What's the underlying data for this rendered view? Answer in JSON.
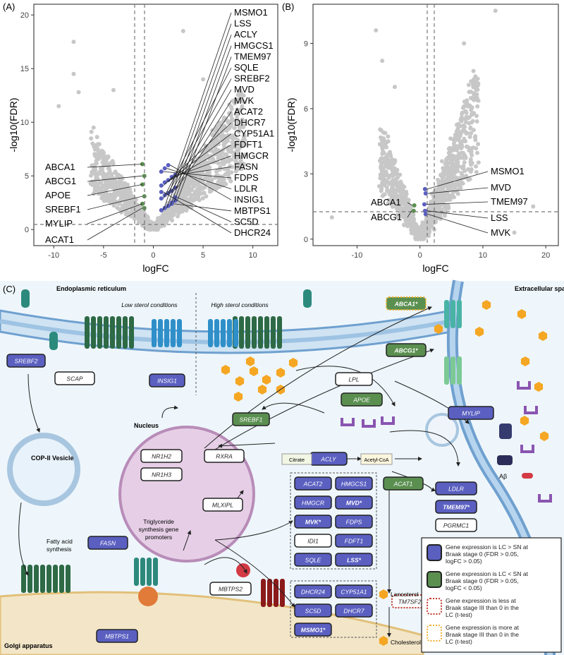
{
  "panelA": {
    "label": "(A)",
    "xlabel": "logFC",
    "ylabel": "-log10(FDR)",
    "xticks": [
      -10,
      -5,
      0,
      5,
      10
    ],
    "yticks": [
      0,
      5,
      10,
      15,
      20
    ],
    "right_genes": [
      "MSMO1",
      "LSS",
      "ACLY",
      "HMGCS1",
      "TMEM97",
      "SQLE",
      "SREBF2",
      "MVD",
      "MVK",
      "ACAT2",
      "DHCR7",
      "CYP51A1",
      "FDFT1",
      "HMGCR",
      "FASN",
      "FDPS",
      "LDLR",
      "INSIG1",
      "MBTPS1",
      "SC5D",
      "DHCR24"
    ],
    "left_genes": [
      "ABCA1",
      "ABCG1",
      "APOE",
      "SREBF1",
      "MYLIP",
      "ACAT1"
    ]
  },
  "panelB": {
    "label": "(B)",
    "xlabel": "logFC",
    "ylabel": "-log10(FDR)",
    "xticks": [
      -10,
      0,
      10,
      20
    ],
    "yticks": [
      0,
      3,
      6,
      9
    ],
    "right_genes": [
      "MSMO1",
      "MVD",
      "TMEM97",
      "LSS",
      "MVK"
    ],
    "left_genes": [
      "ABCA1",
      "ABCG1"
    ]
  },
  "panelC": {
    "label": "(C)",
    "er": "Endoplasmic reticulum",
    "low": "Low sterol conditions",
    "high": "High sterol conditions",
    "extracellular": "Extracellular space",
    "nucleus": "Nucleus",
    "copii": "COP-II\nVesicle",
    "golgi": "Golgi apparatus",
    "fatty": "Fatty acid\nsynthesis",
    "tg": "Triglyceride\nsynthesis gene\npromoters",
    "citrate": "Citrate",
    "acetyl": "Acetyl-CoA",
    "lanosterol": "Lanosterol",
    "cholesterol": "Cholesterol",
    "abeta": "Aβ",
    "genes": {
      "SREBF2": "SREBF2",
      "SCAP": "SCAP",
      "INSIG1": "INSIG1",
      "ABCA1": "ABCA1*",
      "ABCG1": "ABCG1*",
      "LPL": "LPL",
      "APOE": "APOE",
      "SREBF1": "SREBF1",
      "MYLIP": "MYLIP",
      "NR1H2": "NR1H2",
      "NR1H3": "NR1H3",
      "RXRA": "RXRA",
      "MLXIPL": "MLXIPL",
      "FASN": "FASN",
      "ACLY": "ACLY",
      "ACAT1": "ACAT1",
      "LDLR": "LDLR",
      "TMEM97": "TMEM97*",
      "PGRMC1": "PGRMC1",
      "ACAT2": "ACAT2",
      "HMGCS1": "HMGCS1",
      "HMGCR": "HMGCR",
      "MVD": "MVD*",
      "MVK": "MVK*",
      "FDPS": "FDPS",
      "IDI1": "IDI1",
      "FDFT1": "FDFT1",
      "SQLE": "SQLE",
      "LSS": "LSS*",
      "DHCR24": "DHCR24",
      "CYP51A1": "CYP51A1",
      "SC5D": "SC5D",
      "DHCR7": "DHCR7",
      "MSMO1": "MSMO1*",
      "TM7SF2": "TM7SF2",
      "MBTPS1": "MBTPS1",
      "MBTPS2": "MBTPS2"
    },
    "legend": [
      "Gene expression is LC > SN at Braak stage 0 (FDR > 0.05, logFC > 0.05)",
      "Gene expression is LC < SN at Braak stage 0 (FDR > 0.05, logFC < 0.05)",
      "Gene expression is less at Braak stage III than 0 in the LC (t-test)",
      "Gene expression is more at Braak stage III than 0 in the LC (t-test)"
    ],
    "colors": {
      "blue": "#5a5fc0",
      "green": "#5a8f50",
      "red": "#c0392b",
      "yellow": "#f0b030",
      "hex": "#f5a623"
    }
  }
}
